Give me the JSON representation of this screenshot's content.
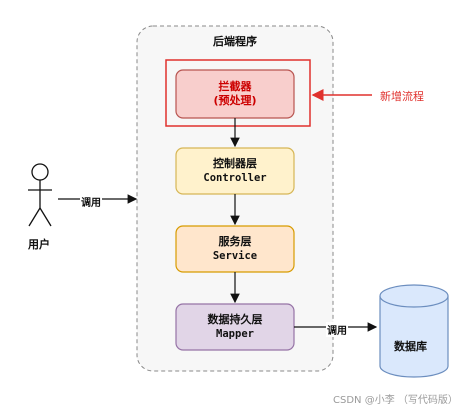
{
  "container": {
    "title": "后端程序"
  },
  "nodes": {
    "interceptor": {
      "title": "拦截器",
      "subtitle": "(预处理)",
      "fill": "#f8cecc",
      "stroke": "#b85450",
      "text_color": "#cc0000"
    },
    "controller": {
      "title": "控制器层",
      "subtitle": "Controller",
      "fill": "#fff2cc",
      "stroke": "#d6b656"
    },
    "service": {
      "title": "服务层",
      "subtitle": "Service",
      "fill": "#ffe6cc",
      "stroke": "#d79b00"
    },
    "mapper": {
      "title": "数据持久层",
      "subtitle": "Mapper",
      "fill": "#e1d5e7",
      "stroke": "#9673a6"
    },
    "database": {
      "label": "数据库",
      "fill": "#dae8fc",
      "stroke": "#6c8ebf"
    }
  },
  "user": {
    "label": "用户"
  },
  "edges": {
    "user_call": "调用",
    "mapper_call": "调用"
  },
  "annotation": {
    "text": "新增流程",
    "color": "#e0312d"
  },
  "watermark": "CSDN @小李 （写代码版）"
}
